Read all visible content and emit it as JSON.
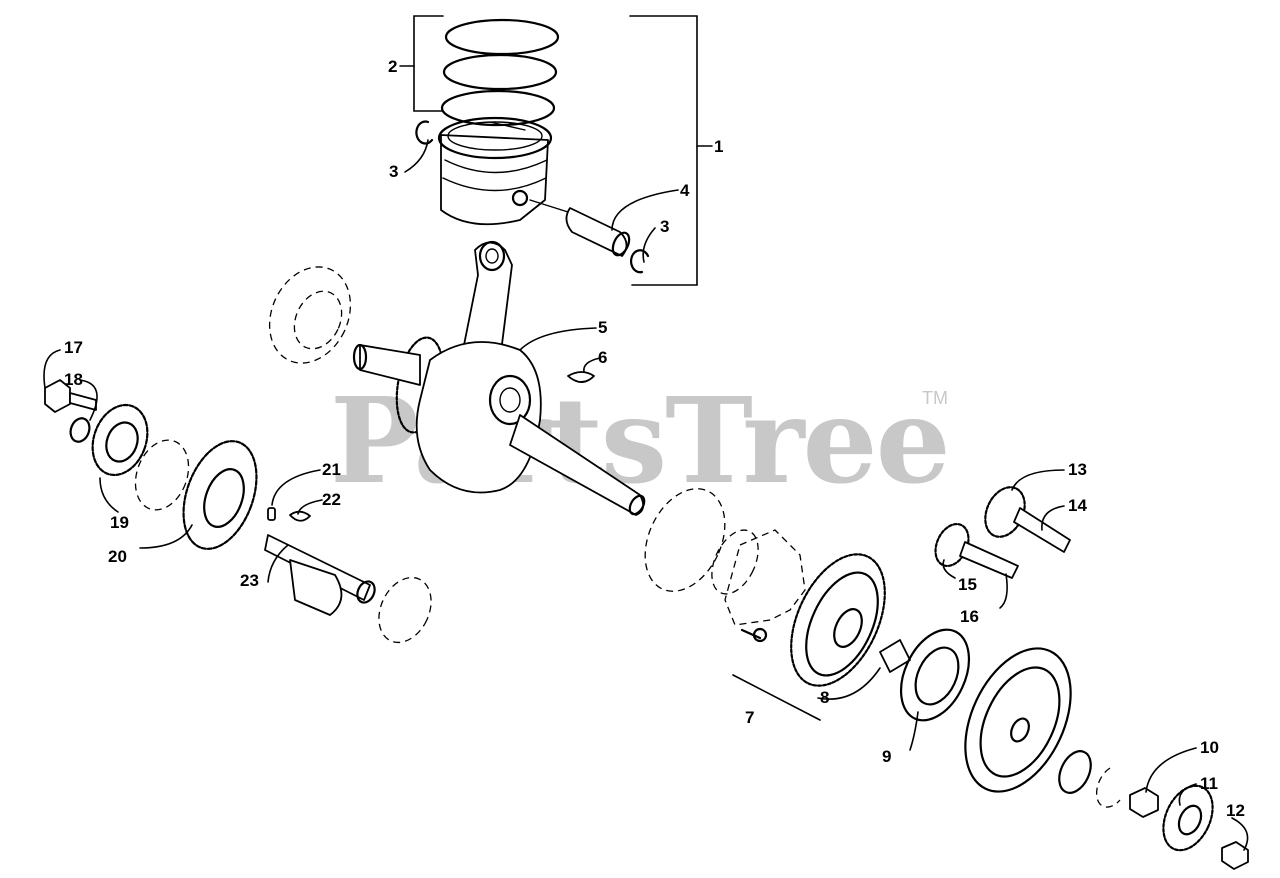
{
  "watermark": {
    "text": "PartsTree",
    "trademark": "TM"
  },
  "callouts": {
    "c1": "1",
    "c2": "2",
    "c3a": "3",
    "c3b": "3",
    "c4": "4",
    "c5": "5",
    "c6": "6",
    "c7": "7",
    "c8": "8",
    "c9": "9",
    "c10": "10",
    "c11": "11",
    "c12": "12",
    "c13": "13",
    "c14": "14",
    "c15": "15",
    "c16": "16",
    "c17": "17",
    "c18": "18",
    "c19": "19",
    "c20": "20",
    "c21": "21",
    "c22": "22",
    "c23": "23"
  }
}
